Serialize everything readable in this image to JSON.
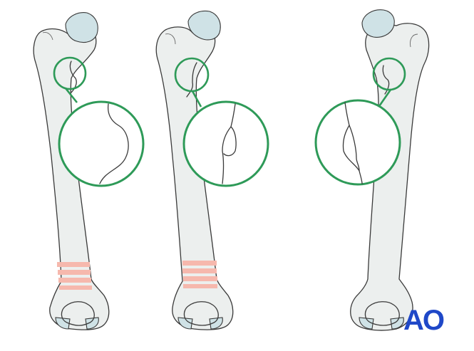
{
  "figure": {
    "panels": [
      {
        "id": "left-femur",
        "shaft_markings": true,
        "zoom_circle": true
      },
      {
        "id": "middle-femur",
        "shaft_markings": true,
        "zoom_circle": true
      },
      {
        "id": "right-femur",
        "shaft_markings": false,
        "zoom_circle": true
      }
    ],
    "colors": {
      "bone_fill": "#ecefee",
      "bone_outline": "#3a3a3a",
      "cartilage": "#cfe2e6",
      "zoom_circle": "#2e9a58",
      "marking_bands": "#f6b8ad",
      "logo": "#1f48c8"
    }
  },
  "logo": {
    "text": "AO",
    "icon": "ao-logo-icon"
  }
}
